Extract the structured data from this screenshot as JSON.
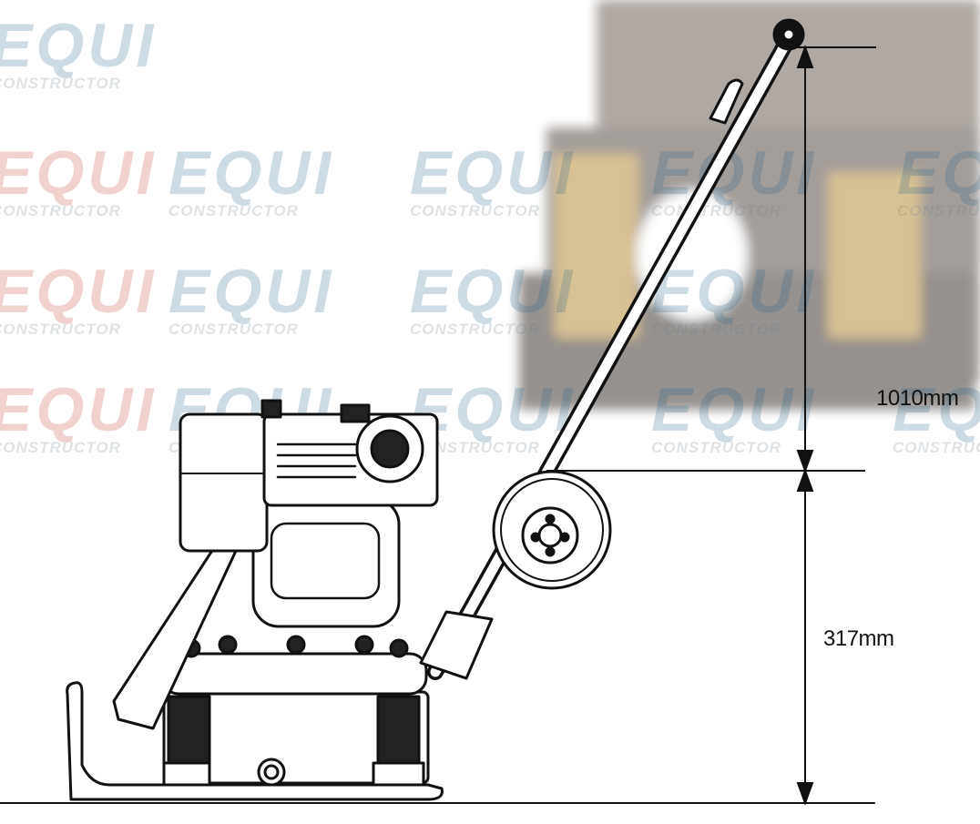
{
  "watermark": {
    "brand": "EQUI",
    "subtitle": "CONSTRUCTOR"
  },
  "dimensions": {
    "handle_height": "1010mm",
    "base_height": "317mm"
  },
  "colors": {
    "line": "#111111",
    "photo": "#6e6258",
    "spring": "#b8913a"
  }
}
